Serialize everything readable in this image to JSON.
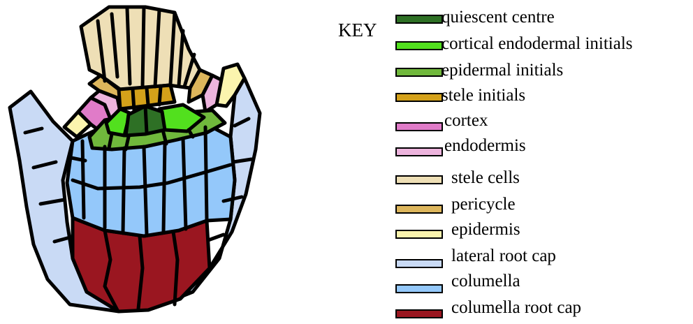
{
  "key_title": "KEY",
  "legend": [
    {
      "label": "quiescent centre",
      "color": "#2E7025"
    },
    {
      "label": "cortical endodermal initials",
      "color": "#52E01E"
    },
    {
      "label": "epidermal initials",
      "color": "#70B83C"
    },
    {
      "label": "stele initials",
      "color": "#D4A11A"
    },
    {
      "label": "cortex",
      "color": "#E07BC8"
    },
    {
      "label": "endodermis",
      "color": "#EDB4DD"
    },
    {
      "label": "stele cells",
      "color": "#EEDFB6"
    },
    {
      "label": "pericycle",
      "color": "#DDB65C"
    },
    {
      "label": "epidermis",
      "color": "#FBF4AE"
    },
    {
      "label": "lateral root cap",
      "color": "#C9DAF5"
    },
    {
      "label": "columella",
      "color": "#94C8FA"
    },
    {
      "label": "columella root cap",
      "color": "#9A1620"
    }
  ]
}
